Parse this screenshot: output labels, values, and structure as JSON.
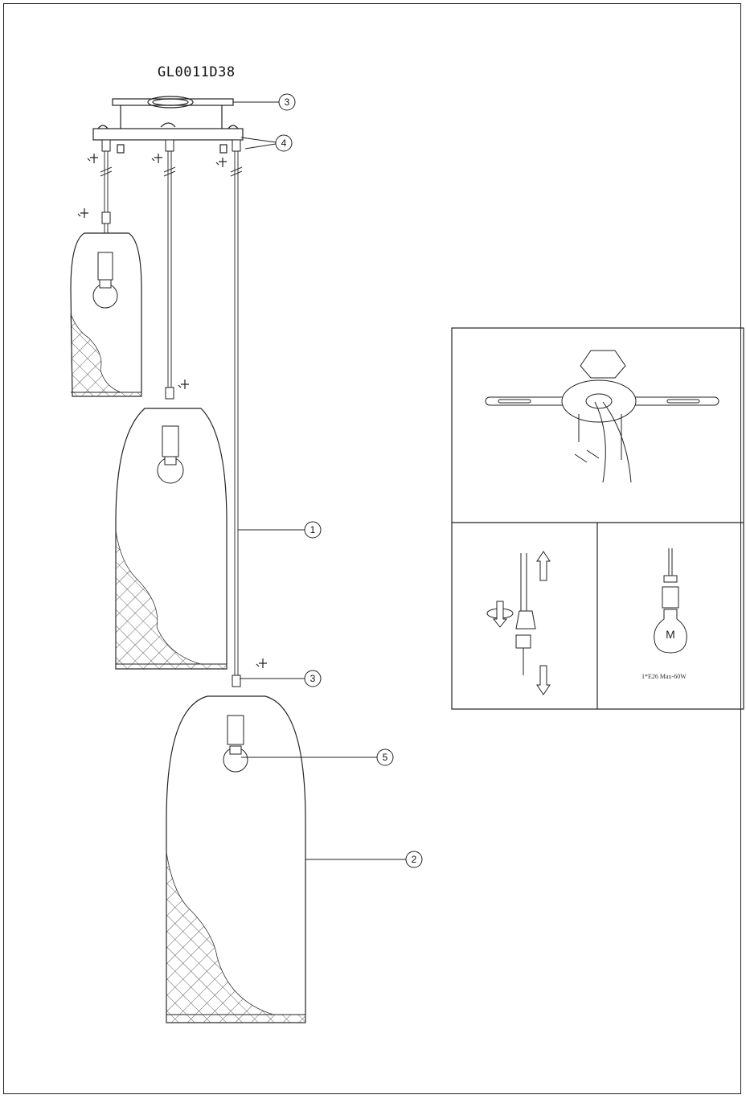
{
  "title": "GL0011D38",
  "callouts": [
    "1",
    "2",
    "3",
    "3",
    "4",
    "5"
  ],
  "bulb_spec": "1*E26  Max-60W",
  "bulb_mark": "M"
}
